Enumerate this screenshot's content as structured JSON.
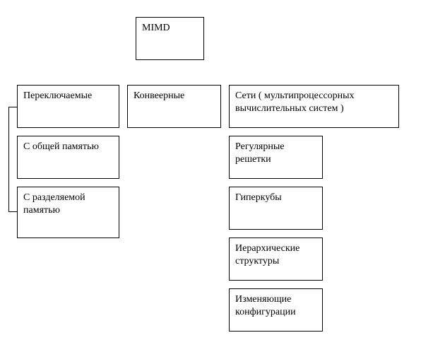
{
  "diagram": {
    "root": {
      "label": "MIMD"
    },
    "switched": {
      "label": "Переключаемые"
    },
    "shared_memory": {
      "label": "С общей памятью"
    },
    "distributed_memory": {
      "label": "С разделяемой памятью"
    },
    "pipeline": {
      "label": "Конвеерные"
    },
    "networks": {
      "label": "Сети ( мультипроцессорных вычислительных систем )"
    },
    "regular_grids": {
      "label": "Регулярные решетки"
    },
    "hypercubes": {
      "label": "Гиперкубы"
    },
    "hierarchical": {
      "label": "Иерархические структуры"
    },
    "reconfigurable": {
      "label": "Изменяющие конфигурации"
    }
  }
}
